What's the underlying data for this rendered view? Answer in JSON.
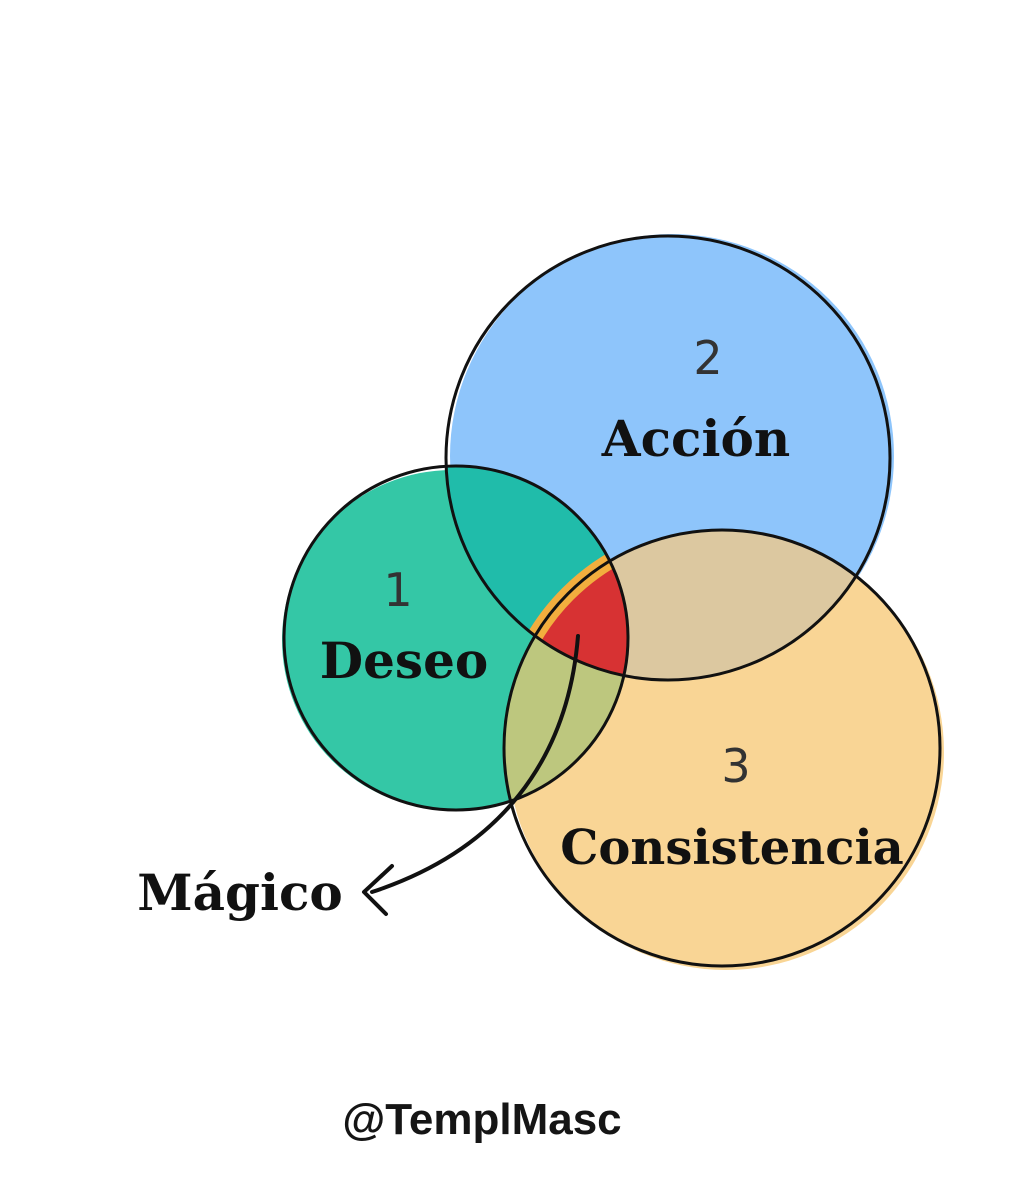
{
  "diagram": {
    "sets": [
      {
        "id": "deseo",
        "number": "1",
        "label": "Deseo",
        "fill_color": "#34C7A6"
      },
      {
        "id": "accion",
        "number": "2",
        "label": "Acción",
        "fill_color": "#8EC5FB"
      },
      {
        "id": "consistencia",
        "number": "3",
        "label": "Consistencia",
        "fill_color": "#F9D595"
      }
    ],
    "intersection_color": "#D73233",
    "intersection_border_color": "#F2AE3E",
    "callout_label": "Mágico",
    "outline_color": "#111111"
  },
  "footer": {
    "credit": "@TemplMasc"
  }
}
